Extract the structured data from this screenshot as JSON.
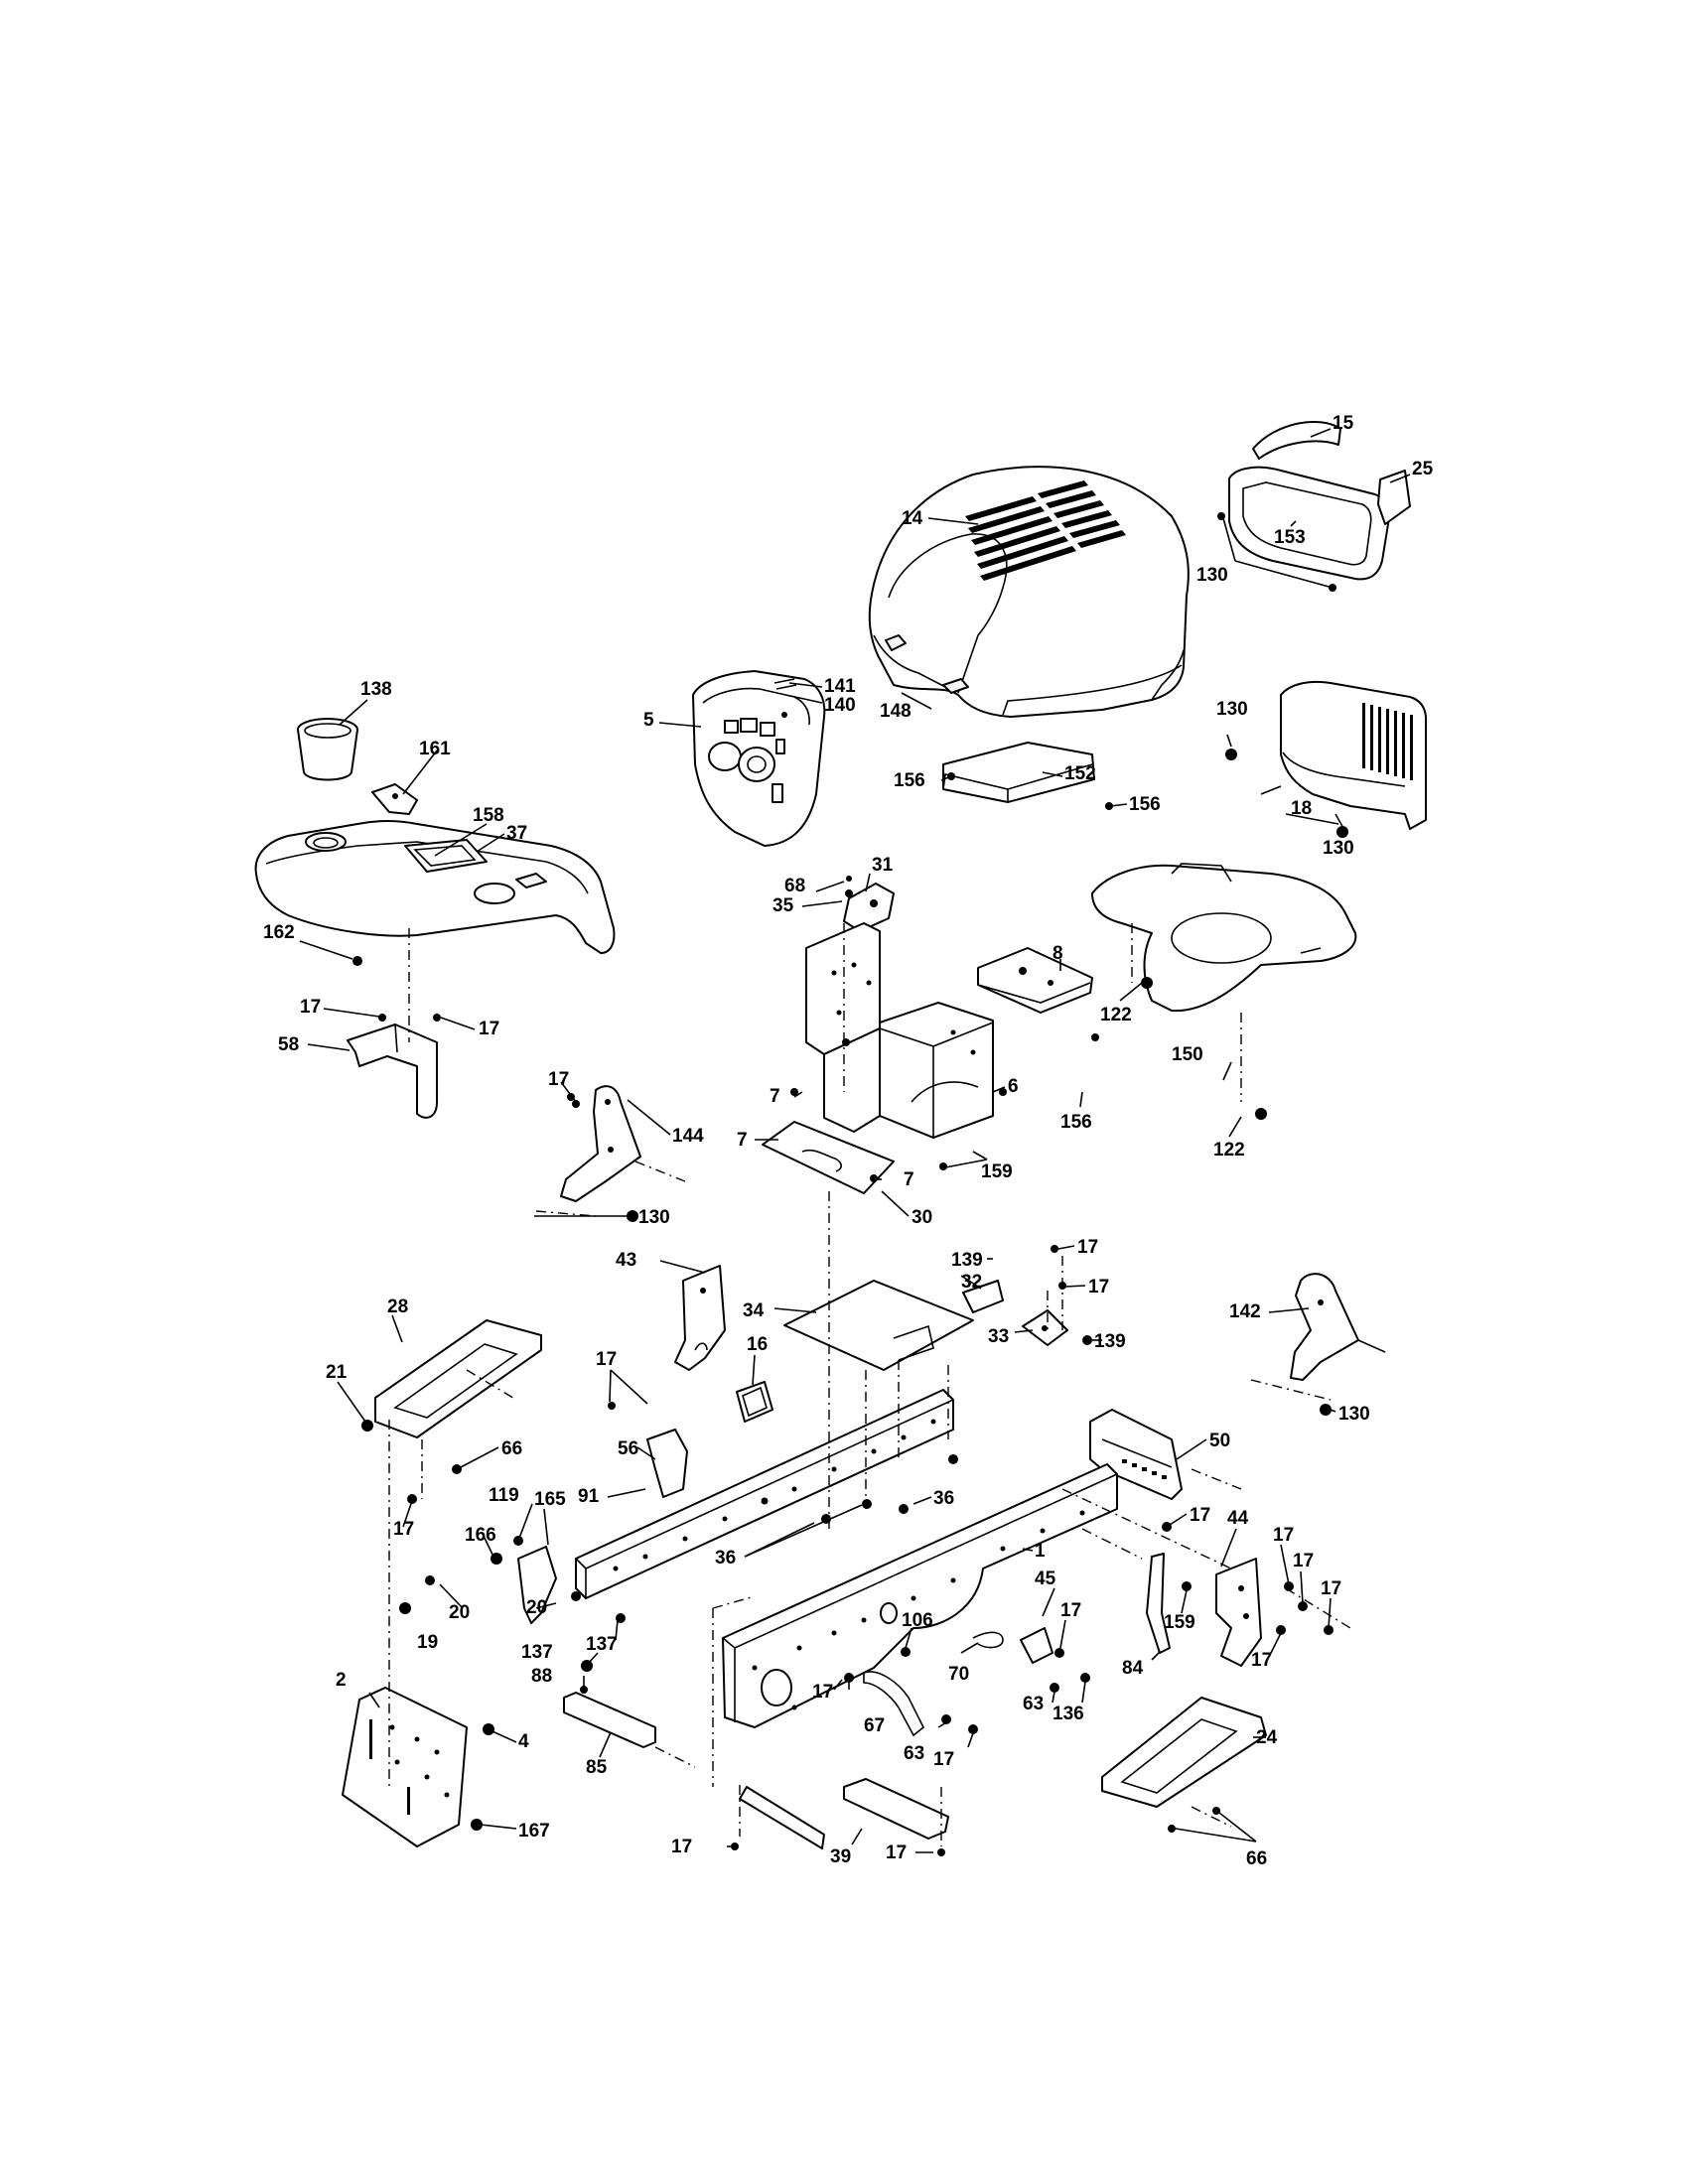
{
  "diagram": {
    "callouts": [
      {
        "id": "c15",
        "text": "15"
      },
      {
        "id": "c25",
        "text": "25"
      },
      {
        "id": "c14",
        "text": "14"
      },
      {
        "id": "c153",
        "text": "153"
      },
      {
        "id": "c130a",
        "text": "130"
      },
      {
        "id": "c138",
        "text": "138"
      },
      {
        "id": "c141",
        "text": "141"
      },
      {
        "id": "c140",
        "text": "140"
      },
      {
        "id": "c5",
        "text": "5"
      },
      {
        "id": "c148",
        "text": "148"
      },
      {
        "id": "c130b",
        "text": "130"
      },
      {
        "id": "c161",
        "text": "161"
      },
      {
        "id": "c158",
        "text": "158"
      },
      {
        "id": "c37",
        "text": "37"
      },
      {
        "id": "c156a",
        "text": "156"
      },
      {
        "id": "c152",
        "text": "152"
      },
      {
        "id": "c18",
        "text": "18"
      },
      {
        "id": "c156b",
        "text": "156"
      },
      {
        "id": "c130c",
        "text": "130"
      },
      {
        "id": "c31",
        "text": "31"
      },
      {
        "id": "c68",
        "text": "68"
      },
      {
        "id": "c35",
        "text": "35"
      },
      {
        "id": "c162",
        "text": "162"
      },
      {
        "id": "c17a",
        "text": "17"
      },
      {
        "id": "c17b",
        "text": "17"
      },
      {
        "id": "c58",
        "text": "58"
      },
      {
        "id": "c8",
        "text": "8"
      },
      {
        "id": "c122a",
        "text": "122"
      },
      {
        "id": "c150",
        "text": "150"
      },
      {
        "id": "c122b",
        "text": "122"
      },
      {
        "id": "c7a",
        "text": "7"
      },
      {
        "id": "c6",
        "text": "6"
      },
      {
        "id": "c156c",
        "text": "156"
      },
      {
        "id": "c17c",
        "text": "17"
      },
      {
        "id": "c144",
        "text": "144"
      },
      {
        "id": "c7b",
        "text": "7"
      },
      {
        "id": "c159a",
        "text": "159"
      },
      {
        "id": "c7c",
        "text": "7"
      },
      {
        "id": "c130d",
        "text": "130"
      },
      {
        "id": "c30",
        "text": "30"
      },
      {
        "id": "c17d",
        "text": "17"
      },
      {
        "id": "c139a",
        "text": "139"
      },
      {
        "id": "c17e",
        "text": "17"
      },
      {
        "id": "c32",
        "text": "32"
      },
      {
        "id": "c43",
        "text": "43"
      },
      {
        "id": "c34",
        "text": "34"
      },
      {
        "id": "c33",
        "text": "33"
      },
      {
        "id": "c139b",
        "text": "139"
      },
      {
        "id": "c142",
        "text": "142"
      },
      {
        "id": "c28",
        "text": "28"
      },
      {
        "id": "c17f",
        "text": "17"
      },
      {
        "id": "c21",
        "text": "21"
      },
      {
        "id": "c16",
        "text": "16"
      },
      {
        "id": "c130e",
        "text": "130"
      },
      {
        "id": "c66a",
        "text": "66"
      },
      {
        "id": "c56",
        "text": "56"
      },
      {
        "id": "c50",
        "text": "50"
      },
      {
        "id": "c91",
        "text": "91"
      },
      {
        "id": "c119",
        "text": "119"
      },
      {
        "id": "c165",
        "text": "165"
      },
      {
        "id": "c36a",
        "text": "36"
      },
      {
        "id": "c17g",
        "text": "17"
      },
      {
        "id": "c17h",
        "text": "17"
      },
      {
        "id": "c166",
        "text": "166"
      },
      {
        "id": "c44",
        "text": "44"
      },
      {
        "id": "c17i",
        "text": "17"
      },
      {
        "id": "c36b",
        "text": "36"
      },
      {
        "id": "c1",
        "text": "1"
      },
      {
        "id": "c17j",
        "text": "17"
      },
      {
        "id": "c20a",
        "text": "20"
      },
      {
        "id": "c20b",
        "text": "20"
      },
      {
        "id": "c45",
        "text": "45"
      },
      {
        "id": "c17k",
        "text": "17"
      },
      {
        "id": "c17l",
        "text": "17"
      },
      {
        "id": "c159b",
        "text": "159"
      },
      {
        "id": "c137a",
        "text": "137"
      },
      {
        "id": "c19",
        "text": "19"
      },
      {
        "id": "c106",
        "text": "106"
      },
      {
        "id": "c17m",
        "text": "17"
      },
      {
        "id": "c137b",
        "text": "137"
      },
      {
        "id": "c88",
        "text": "88"
      },
      {
        "id": "c70",
        "text": "70"
      },
      {
        "id": "c84",
        "text": "84"
      },
      {
        "id": "c17n",
        "text": "17"
      },
      {
        "id": "c67",
        "text": "67"
      },
      {
        "id": "c63a",
        "text": "63"
      },
      {
        "id": "c136",
        "text": "136"
      },
      {
        "id": "c2",
        "text": "2"
      },
      {
        "id": "c24",
        "text": "24"
      },
      {
        "id": "c4",
        "text": "4"
      },
      {
        "id": "c63b",
        "text": "63"
      },
      {
        "id": "c17o",
        "text": "17"
      },
      {
        "id": "c85",
        "text": "85"
      },
      {
        "id": "c167",
        "text": "167"
      },
      {
        "id": "c17p",
        "text": "17"
      },
      {
        "id": "c39",
        "text": "39"
      },
      {
        "id": "c17q",
        "text": "17"
      },
      {
        "id": "c66b",
        "text": "66"
      }
    ]
  }
}
